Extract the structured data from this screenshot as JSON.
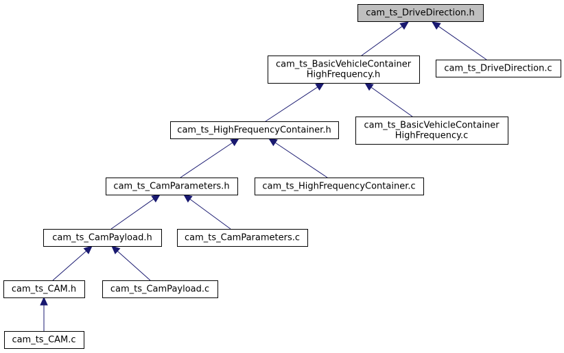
{
  "colors": {
    "edge": "#191970",
    "node_border": "#000000",
    "node_fill": "#ffffff",
    "highlight_fill": "#bfbfbf"
  },
  "nodes": [
    {
      "id": "n0",
      "lines": [
        "cam_ts_DriveDirection.h"
      ],
      "highlight": true
    },
    {
      "id": "n1",
      "lines": [
        "cam_ts_BasicVehicleContainer",
        "HighFrequency.h"
      ]
    },
    {
      "id": "n2",
      "lines": [
        "cam_ts_DriveDirection.c"
      ]
    },
    {
      "id": "n3",
      "lines": [
        "cam_ts_HighFrequencyContainer.h"
      ]
    },
    {
      "id": "n4",
      "lines": [
        "cam_ts_BasicVehicleContainer",
        "HighFrequency.c"
      ]
    },
    {
      "id": "n5",
      "lines": [
        "cam_ts_CamParameters.h"
      ]
    },
    {
      "id": "n6",
      "lines": [
        "cam_ts_HighFrequencyContainer.c"
      ]
    },
    {
      "id": "n7",
      "lines": [
        "cam_ts_CamPayload.h"
      ]
    },
    {
      "id": "n8",
      "lines": [
        "cam_ts_CamParameters.c"
      ]
    },
    {
      "id": "n9",
      "lines": [
        "cam_ts_CAM.h"
      ]
    },
    {
      "id": "n10",
      "lines": [
        "cam_ts_CamPayload.c"
      ]
    },
    {
      "id": "n11",
      "lines": [
        "cam_ts_CAM.c"
      ]
    }
  ],
  "edges": [
    {
      "from": "n1",
      "to": "n0"
    },
    {
      "from": "n2",
      "to": "n0"
    },
    {
      "from": "n3",
      "to": "n1"
    },
    {
      "from": "n4",
      "to": "n1"
    },
    {
      "from": "n5",
      "to": "n3"
    },
    {
      "from": "n6",
      "to": "n3"
    },
    {
      "from": "n7",
      "to": "n5"
    },
    {
      "from": "n8",
      "to": "n5"
    },
    {
      "from": "n9",
      "to": "n7"
    },
    {
      "from": "n10",
      "to": "n7"
    },
    {
      "from": "n11",
      "to": "n9"
    }
  ]
}
